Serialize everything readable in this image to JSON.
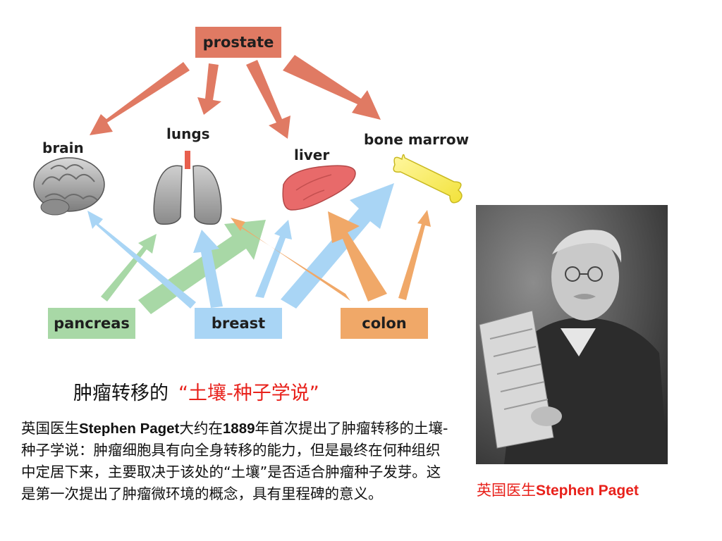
{
  "diagram": {
    "source_box": "prostate",
    "organs": {
      "brain": "brain",
      "lungs": "lungs",
      "liver": "liver",
      "bone_marrow": "bone marrow"
    },
    "primary_boxes": {
      "pancreas": "pancreas",
      "breast": "breast",
      "colon": "colon"
    },
    "colors": {
      "prostate": "#e07a63",
      "pancreas": "#a8d8a6",
      "breast": "#a9d5f5",
      "colon": "#f0a868"
    }
  },
  "title": {
    "prefix": "肿瘤转移的",
    "highlight": "“土壤-种子学说”"
  },
  "description": {
    "part1": "英国医生",
    "name": "Stephen Paget",
    "part2": "大约在",
    "year": "1889",
    "part3": "年首次提出了肿瘤转移的土壤-种子学说：肿瘤细胞具有向全身转移的能力，但是最终在何种组织中定居下来，主要取决于该处的“土壤”是否适合肿瘤种子发芽。这是第一次提出了肿瘤微环境的概念，具有里程碑的意义。"
  },
  "caption": {
    "prefix": "英国医生",
    "name": "Stephen Paget"
  }
}
